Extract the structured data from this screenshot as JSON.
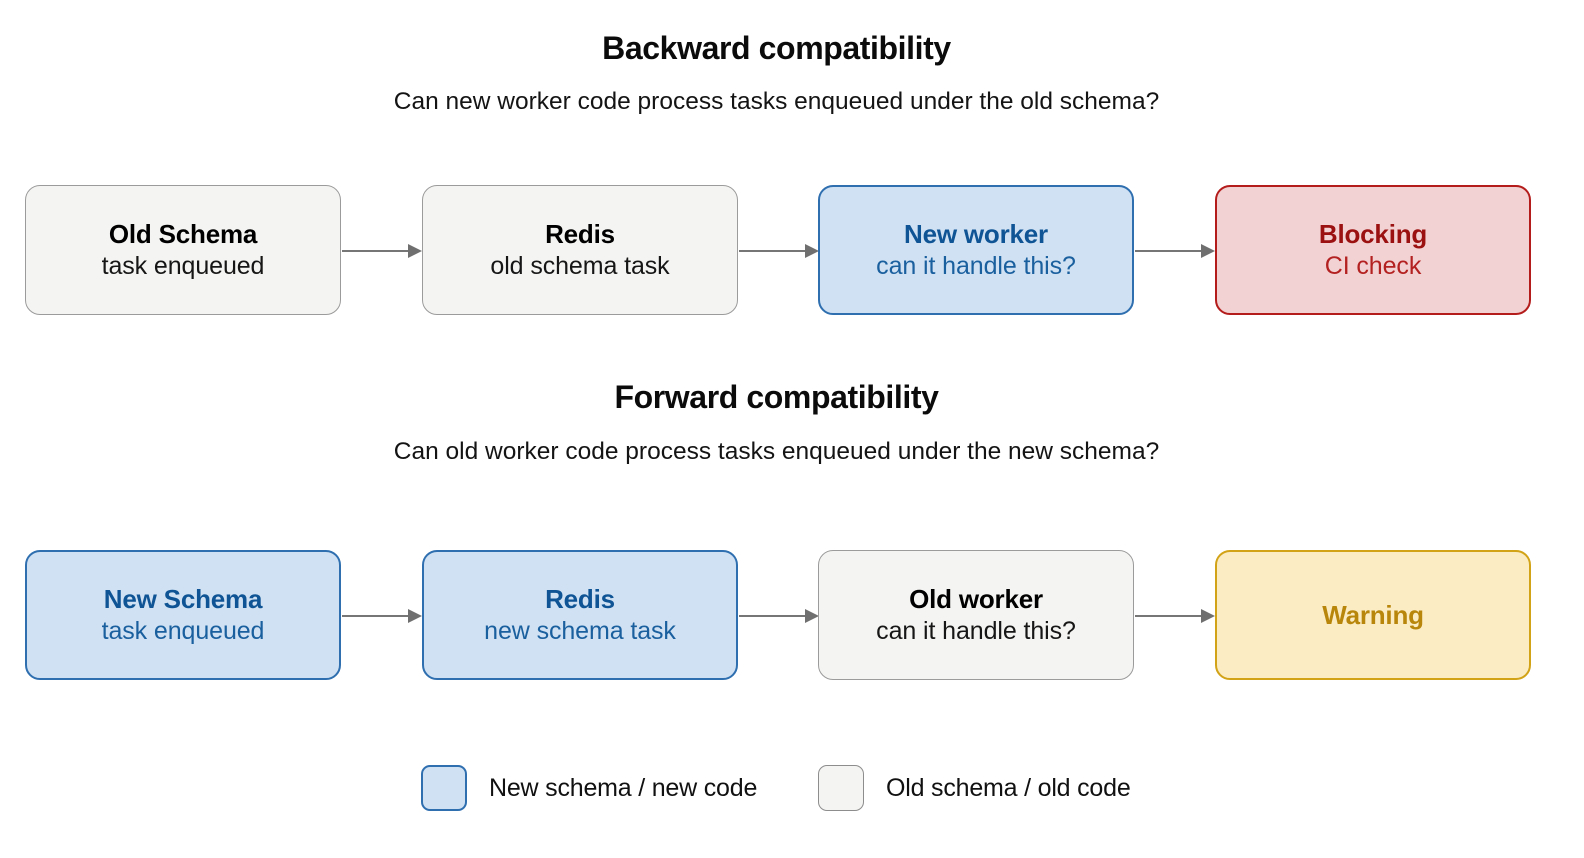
{
  "colors": {
    "background": "#ffffff",
    "gray_fill": "#f4f4f2",
    "gray_border": "#9b9b9b",
    "blue_fill": "#cfe1f3",
    "blue_border": "#2f6fb0",
    "blue_text": "#0f5494",
    "red_fill": "#f2d2d2",
    "red_border": "#b41c1c",
    "red_text": "#9b1010",
    "yellow_fill": "#fcecc4",
    "yellow_border": "#d2a317",
    "yellow_text": "#b8860b",
    "arrow": "#767676",
    "text": "#000000"
  },
  "sections": [
    {
      "title": "Backward compatibility",
      "subtitle": "Can new worker code process tasks enqueued under the old schema?",
      "nodes": [
        {
          "title": "Old Schema",
          "sub": "task enqueued",
          "variant": "gray"
        },
        {
          "title": "Redis",
          "sub": "old schema task",
          "variant": "gray"
        },
        {
          "title": "New worker",
          "sub": "can it handle this?",
          "variant": "blue"
        },
        {
          "title": "Blocking",
          "sub": "CI check",
          "variant": "red"
        }
      ]
    },
    {
      "title": "Forward compatibility",
      "subtitle": "Can old worker code process tasks enqueued under the new schema?",
      "nodes": [
        {
          "title": "New Schema",
          "sub": "task enqueued",
          "variant": "blue"
        },
        {
          "title": "Redis",
          "sub": "new schema task",
          "variant": "blue"
        },
        {
          "title": "Old worker",
          "sub": "can it handle this?",
          "variant": "gray"
        },
        {
          "title": "Warning",
          "sub": "",
          "variant": "yellow"
        }
      ]
    }
  ],
  "legend": {
    "items": [
      {
        "label": "New schema / new code",
        "swatch": "blue"
      },
      {
        "label": "Old schema / old code",
        "swatch": "gray"
      }
    ]
  }
}
